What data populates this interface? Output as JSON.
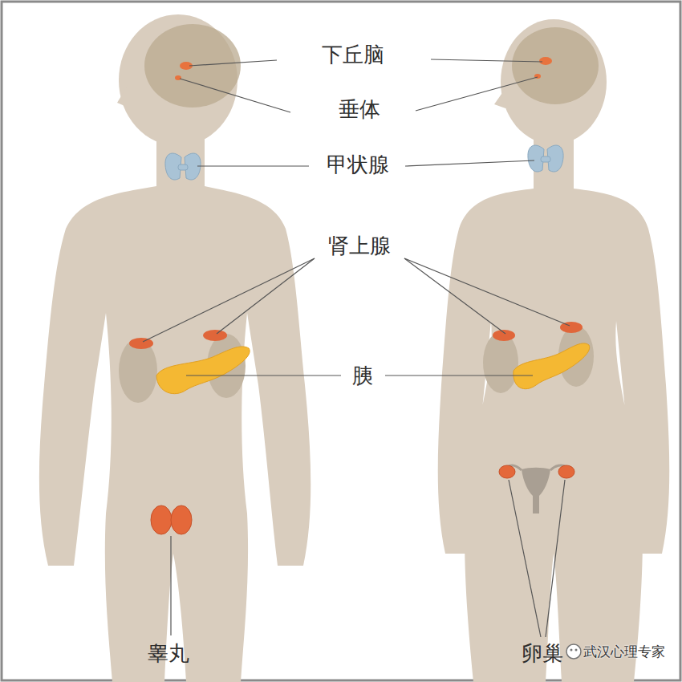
{
  "diagram": {
    "labels": [
      "下丘脑",
      "垂体",
      "甲状腺",
      "肾上腺",
      "胰",
      "睾丸",
      "卵巢",
      "武汉心理专家"
    ]
  }
}
